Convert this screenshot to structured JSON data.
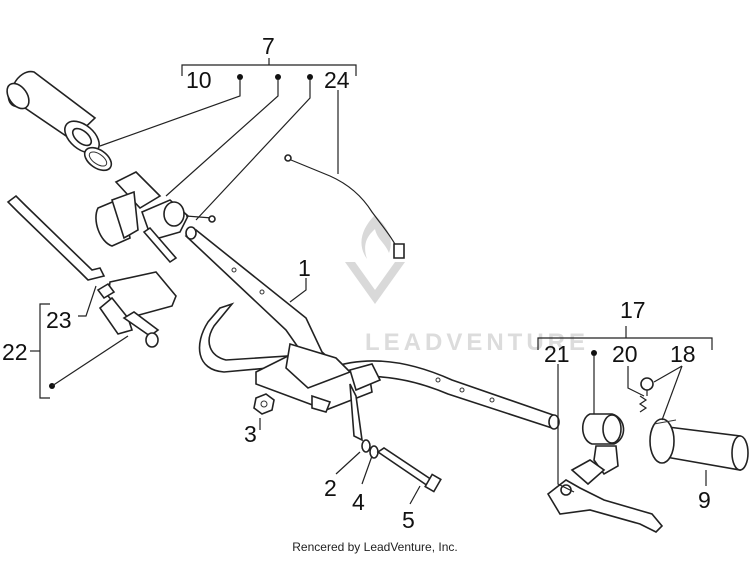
{
  "watermark": {
    "text": "LEADVENTURE"
  },
  "callouts": {
    "c1": "1",
    "c2": "2",
    "c3": "3",
    "c4": "4",
    "c5": "5",
    "c7": "7",
    "c9": "9",
    "c10": "10",
    "c17": "17",
    "c18": "18",
    "c20": "20",
    "c21": "21",
    "c22": "22",
    "c23": "23",
    "c24": "24"
  },
  "footer": {
    "credit": "Rencered by LeadVenture, Inc."
  }
}
